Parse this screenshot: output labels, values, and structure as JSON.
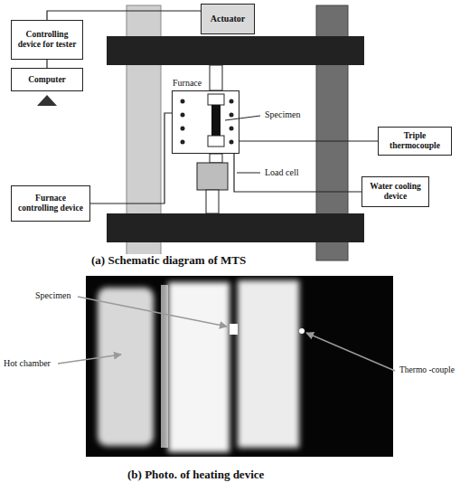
{
  "diagram": {
    "nodes": [
      {
        "text": [
          "Actuator"
        ]
      },
      {
        "text": [
          "Controlling device for tester"
        ]
      },
      {
        "text": [
          "Computer"
        ]
      },
      {
        "text": [
          "Furnace"
        ]
      },
      {
        "text": [
          "Furnace controlling device"
        ]
      },
      {
        "text": [
          "Triple thermocouple"
        ]
      },
      {
        "text": [
          "Water cooling device"
        ]
      }
    ],
    "edges": [
      {
        "from": 1,
        "to": 2,
        "arrow": "none"
      },
      {
        "from": 1,
        "to": 0,
        "arrow": "none"
      },
      {
        "from": 4,
        "to": 3,
        "arrow": "none"
      },
      {
        "from": 5,
        "to": 3,
        "arrow": "none"
      },
      {
        "from": 6,
        "to": 3,
        "arrow": "none"
      }
    ],
    "labels": [
      "Specimen",
      "Load cell",
      "(a) Schematic diagram of MTS",
      "Specimen",
      "Hot chamber",
      "Thermo -couple",
      "(b) Photo. of heating device"
    ]
  }
}
